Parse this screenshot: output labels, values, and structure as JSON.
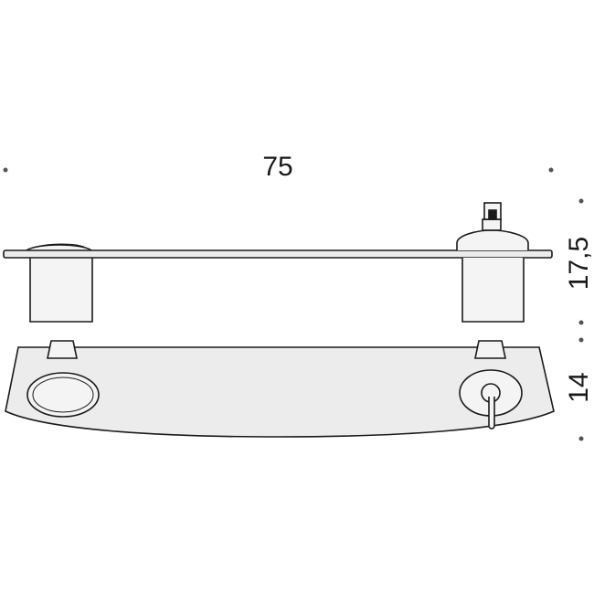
{
  "dimensions": {
    "width": "75",
    "front_height": "17,5",
    "top_depth": "14"
  },
  "colors": {
    "stroke": "#1a1a1a",
    "glass_fill": "#ececec",
    "holder_fill": "#f4f4f4",
    "dot": "#555555"
  },
  "parts": {
    "front_view": [
      "glass-shelf",
      "soap-dish-holder",
      "soap-dish",
      "soap-dispenser-holder",
      "soap-dispenser",
      "pump-nozzle"
    ],
    "top_view": [
      "glass-shelf",
      "left-bracket",
      "right-bracket",
      "soap-dish-outline",
      "dispenser-outline",
      "pump-lever"
    ]
  }
}
